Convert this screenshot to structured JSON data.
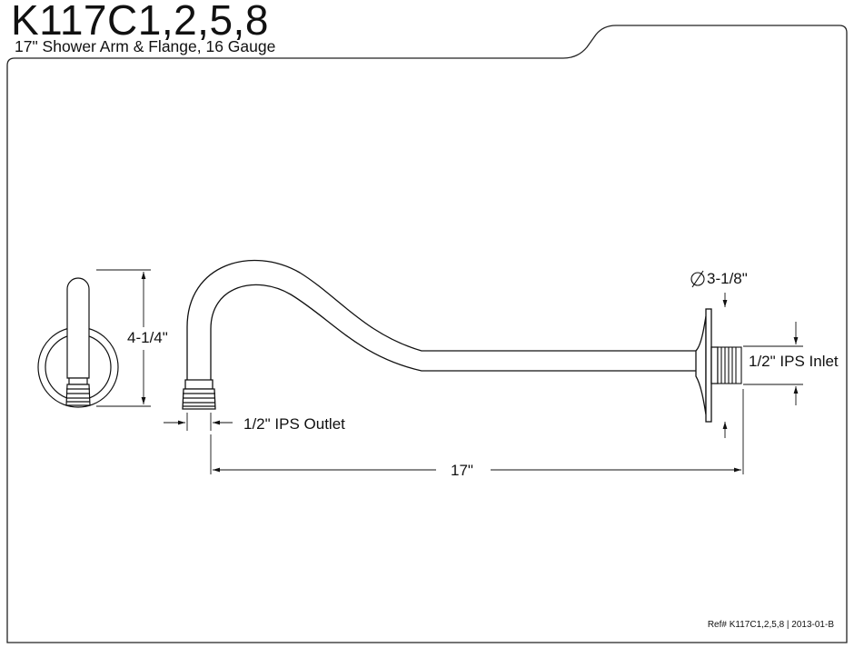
{
  "header": {
    "model": "K117C1,2,5,8",
    "description": "17\" Shower Arm & Flange, 16 Gauge"
  },
  "dimensions": {
    "height": "4-1/4\"",
    "outlet": "1/2\" IPS Outlet",
    "flange_diameter": "3-1/8\"",
    "inlet": "1/2\" IPS Inlet",
    "length": "17\""
  },
  "footer": {
    "ref": "Ref# K117C1,2,5,8 | 2013-01-B"
  }
}
